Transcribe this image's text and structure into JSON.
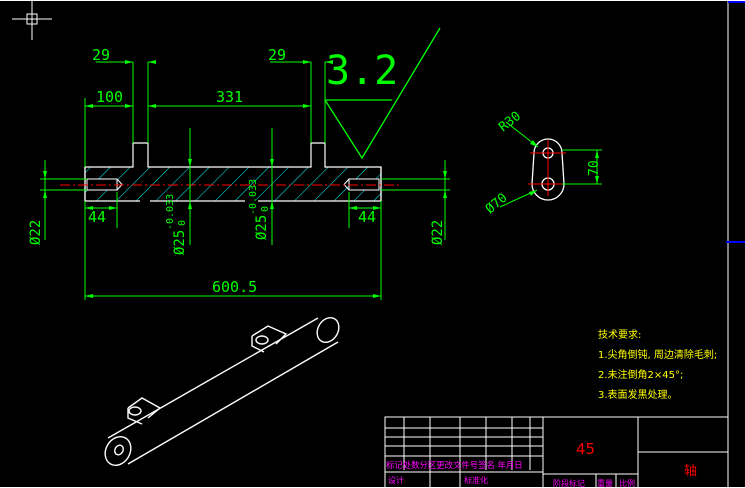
{
  "drawing": {
    "dimensions": {
      "top_left_29": "29",
      "top_right_29": "29",
      "roughness": "3.2",
      "len_100": "100",
      "len_331": "331",
      "len_44_left": "44",
      "len_44_right": "44",
      "dia_22_left": "Ø22",
      "dia_22_right": "Ø22",
      "dia_25_left": "Ø25",
      "tol_25_left_upper": "-0.033",
      "tol_25_left_lower": "0",
      "dia_25_right": "Ø25",
      "tol_25_right_upper": "-0.033",
      "tol_25_right_lower": "0",
      "overall_length": "600.5",
      "radius_30": "R30",
      "dia_70": "Ø70",
      "height_70": "70"
    },
    "tech_requirements": {
      "heading": "技术要求:",
      "item1": "1.尖角倒钝, 周边清除毛刺;",
      "item2": "2.未注倒角2×45°;",
      "item3": "3.表面发黑处理。"
    },
    "title_block": {
      "material": "45",
      "part_name": "轴",
      "row_labels": "标记处数分区更改文件号签名 年月日",
      "design_label": "设计",
      "standardization_label": "标准化",
      "stage_label": "阶段标记",
      "weight_label": "重量",
      "scale_label": "比例"
    },
    "colors": {
      "background": "#000000",
      "dimension": "#00ff00",
      "outline": "#ffffff",
      "hatch": "#00ffff",
      "center": "#ff0000",
      "frame_marker": "#0000ff",
      "title_red": "#ff0000",
      "title_magenta": "#ff00ff",
      "note_yellow": "#ffff00"
    }
  }
}
